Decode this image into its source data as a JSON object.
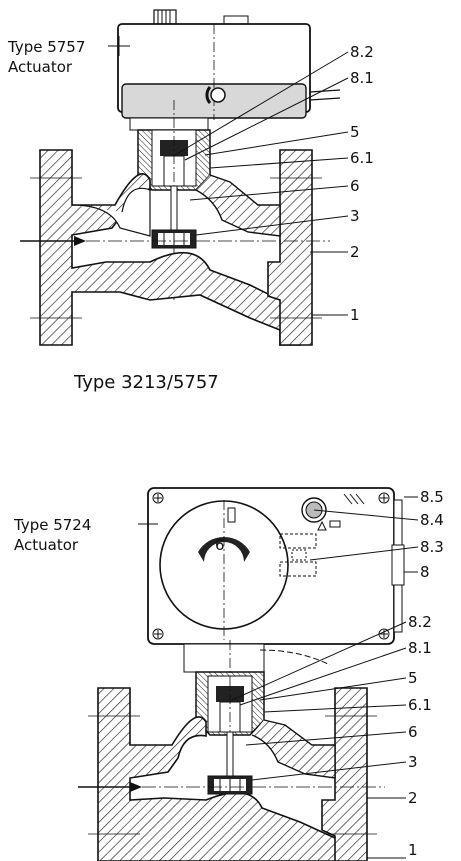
{
  "top": {
    "actuator_type": "Type 5757",
    "actuator_word": "Actuator",
    "caption": "Type 3213/5757",
    "callouts": [
      "8.2",
      "8.1",
      "5",
      "6.1",
      "6",
      "3",
      "2",
      "1"
    ]
  },
  "bottom": {
    "actuator_type": "Type 5724",
    "actuator_word": "Actuator",
    "dial_value": "6",
    "callouts": [
      "8.5",
      "8.4",
      "8.3",
      "8",
      "8.2",
      "8.1",
      "5",
      "6.1",
      "6",
      "3",
      "2",
      "1"
    ]
  },
  "colors": {
    "line": "#111111",
    "hatch": "#222222",
    "actuator_fill": "#dcdcdc"
  }
}
